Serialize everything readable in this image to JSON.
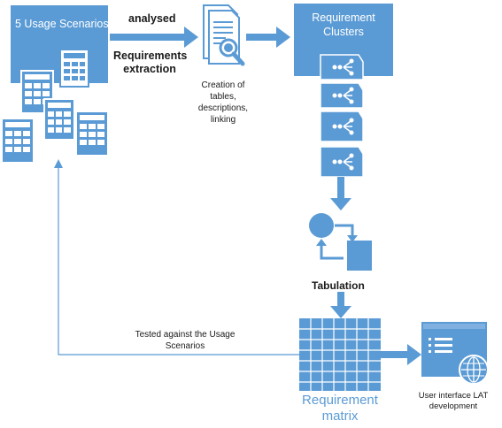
{
  "usage_scenarios_label": "5 Usage Scenarios",
  "analysed_label": "analysed",
  "requirements_extraction_label": "Requirements extraction",
  "creation_label": "Creation of tables, descriptions, linking",
  "clusters_label": "Requirement Clusters",
  "tabulation_label": "Tabulation",
  "tested_label": "Tested against the Usage Scenarios",
  "matrix_label": "Requirement matrix",
  "ui_label": "User interface LAT development",
  "colors": {
    "primary_blue": "#5b9bd5",
    "light_blue_text": "#5b9bd5",
    "dark_text": "#1a1a1a",
    "arrow_blue": "#5b9bd5"
  }
}
